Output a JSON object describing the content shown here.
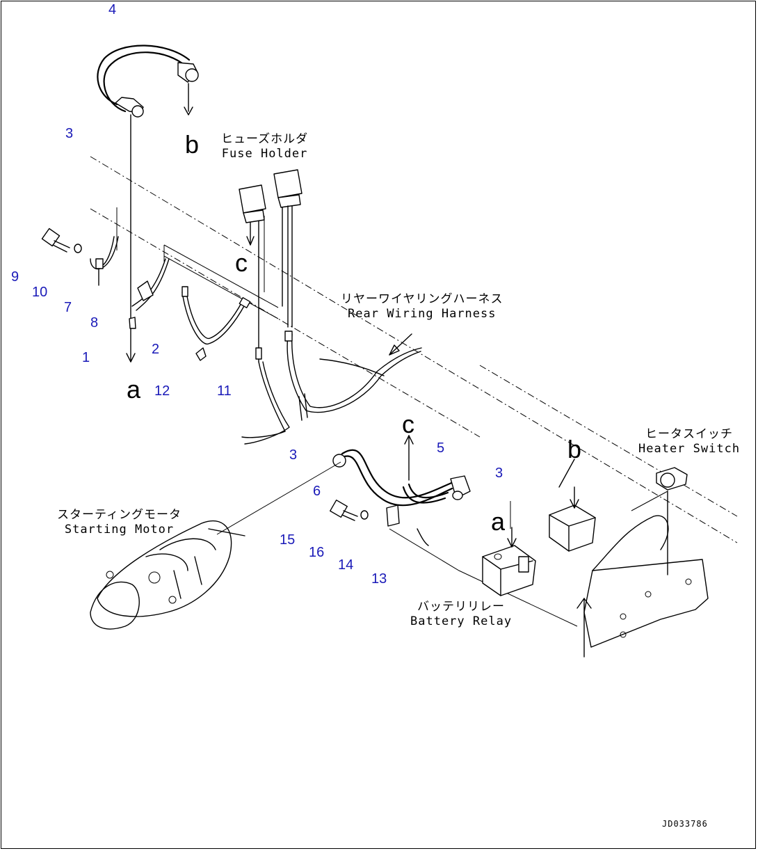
{
  "callouts": {
    "p1": "1",
    "p2": "2",
    "p3_top": "3",
    "p3_mid": "3",
    "p3_right": "3",
    "p4": "4",
    "p5": "5",
    "p6": "6",
    "p7": "7",
    "p8": "8",
    "p9": "9",
    "p10": "10",
    "p11": "11",
    "p12": "12",
    "p13": "13",
    "p14": "14",
    "p15": "15",
    "p16": "16"
  },
  "refs": {
    "a_left": "a",
    "a_right": "a",
    "b_top": "b",
    "b_right": "b",
    "c_left": "c",
    "c_right": "c"
  },
  "labels": {
    "fuse_holder_jp": "ヒューズホルダ",
    "fuse_holder_en": "Fuse Holder",
    "rear_harness_jp": "リヤーワイヤリングハーネス",
    "rear_harness_en": "Rear Wiring Harness",
    "starting_motor_jp": "スターティングモータ",
    "starting_motor_en": "Starting Motor",
    "heater_switch_jp": "ヒータスイッチ",
    "heater_switch_en": "Heater Switch",
    "battery_relay_jp": "バッテリリレー",
    "battery_relay_en": "Battery Relay"
  },
  "drawing_number": "JD033786",
  "colors": {
    "callout": "#1a1ab8",
    "line": "#000000",
    "background": "#ffffff"
  }
}
